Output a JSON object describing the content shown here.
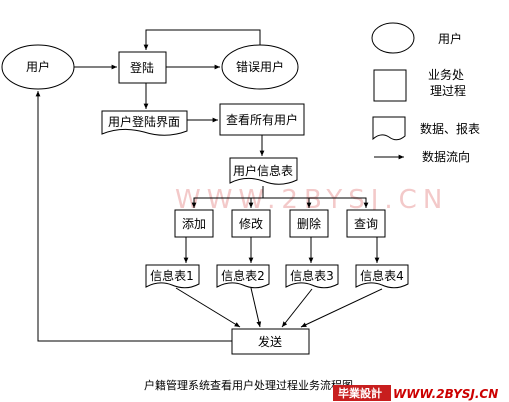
{
  "nodes": {
    "user": "用户",
    "login": "登陆",
    "bad_user": "错误用户",
    "login_page": "用户登陆界面",
    "view_users": "查看所有用户",
    "user_info": "用户信息表",
    "add": "添加",
    "modify": "修改",
    "delete": "删除",
    "query": "查询",
    "info1": "信息表1",
    "info2": "信息表2",
    "info3": "信息表3",
    "info4": "信息表4",
    "send": "发送"
  },
  "legend": {
    "user": "用户",
    "process_line1": "业务处",
    "process_line2": "理过程",
    "data_report": "数据、报表",
    "data_flow": "数据流向"
  },
  "caption": "户籍管理系统查看用户处理过程业务流程图",
  "watermark": "WWW.2BYSJ.CN",
  "logo": {
    "badge": "毕業設計",
    "site": "WWW.2BYSJ.CN"
  }
}
